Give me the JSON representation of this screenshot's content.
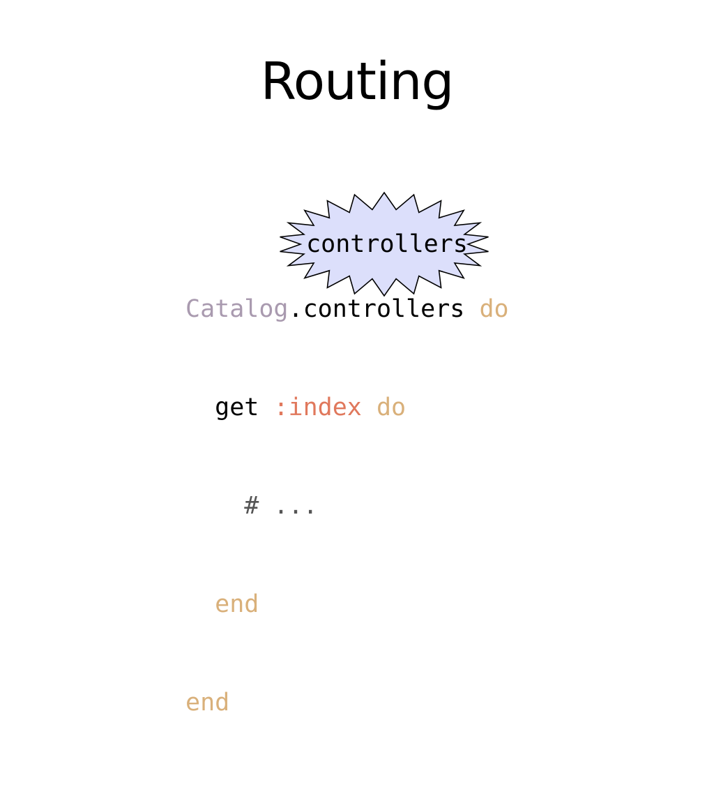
{
  "slide": {
    "title": "Routing"
  },
  "code": {
    "lines": [
      {
        "tokens": [
          {
            "text": "Catalog",
            "color": "#a99aaf"
          },
          {
            "text": ".",
            "color": "#000000"
          },
          {
            "text": "controllers",
            "color": "#000000"
          },
          {
            "text": " ",
            "color": "#000000"
          },
          {
            "text": "do",
            "color": "#d9b07a"
          }
        ]
      },
      {
        "tokens": [
          {
            "text": "  ",
            "color": "#000000"
          },
          {
            "text": "get",
            "color": "#000000"
          },
          {
            "text": " ",
            "color": "#000000"
          },
          {
            "text": ":index",
            "color": "#e0785c"
          },
          {
            "text": " ",
            "color": "#000000"
          },
          {
            "text": "do",
            "color": "#d9b07a"
          }
        ]
      },
      {
        "tokens": [
          {
            "text": "    ",
            "color": "#000000"
          },
          {
            "text": "# ...",
            "color": "#555555"
          }
        ]
      },
      {
        "tokens": [
          {
            "text": "  ",
            "color": "#000000"
          },
          {
            "text": "end",
            "color": "#d9b07a"
          }
        ]
      },
      {
        "tokens": [
          {
            "text": "end",
            "color": "#d9b07a"
          }
        ]
      }
    ]
  },
  "highlight": {
    "label": "controllers",
    "fill": "#dcdffb",
    "stroke": "#000000"
  }
}
